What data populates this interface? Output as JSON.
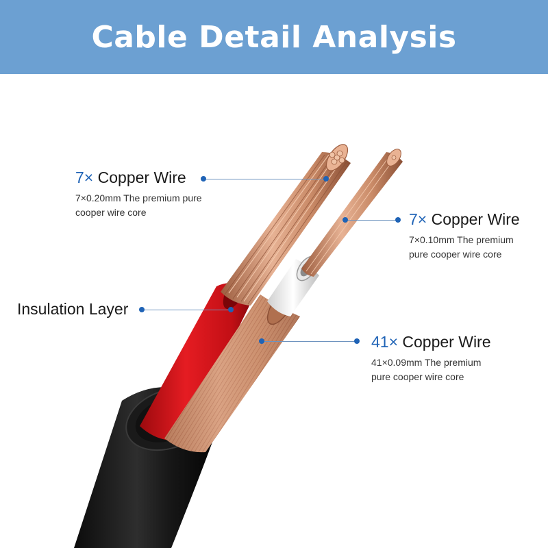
{
  "header": {
    "title": "Cable Detail Analysis"
  },
  "colors": {
    "banner": "#6ca0d2",
    "accent": "#1f63b6",
    "copper": "#c98a67",
    "red_insulation": "#d8141a",
    "white_insulation": "#f2f2f2",
    "outer_jacket": "#1c1c1c"
  },
  "callouts": {
    "wire_a": {
      "count": "7×",
      "title": "Copper Wire",
      "desc1": "7×0.20mm The premium pure",
      "desc2": "cooper wire core"
    },
    "wire_b": {
      "count": "7×",
      "title": "Copper Wire",
      "desc1": "7×0.10mm The premium",
      "desc2": "pure cooper wire core"
    },
    "insulation": {
      "title": "Insulation Layer"
    },
    "wire_c": {
      "count": "41×",
      "title": "Copper Wire",
      "desc1": "41×0.09mm The premium",
      "desc2": "pure cooper wire core"
    }
  }
}
